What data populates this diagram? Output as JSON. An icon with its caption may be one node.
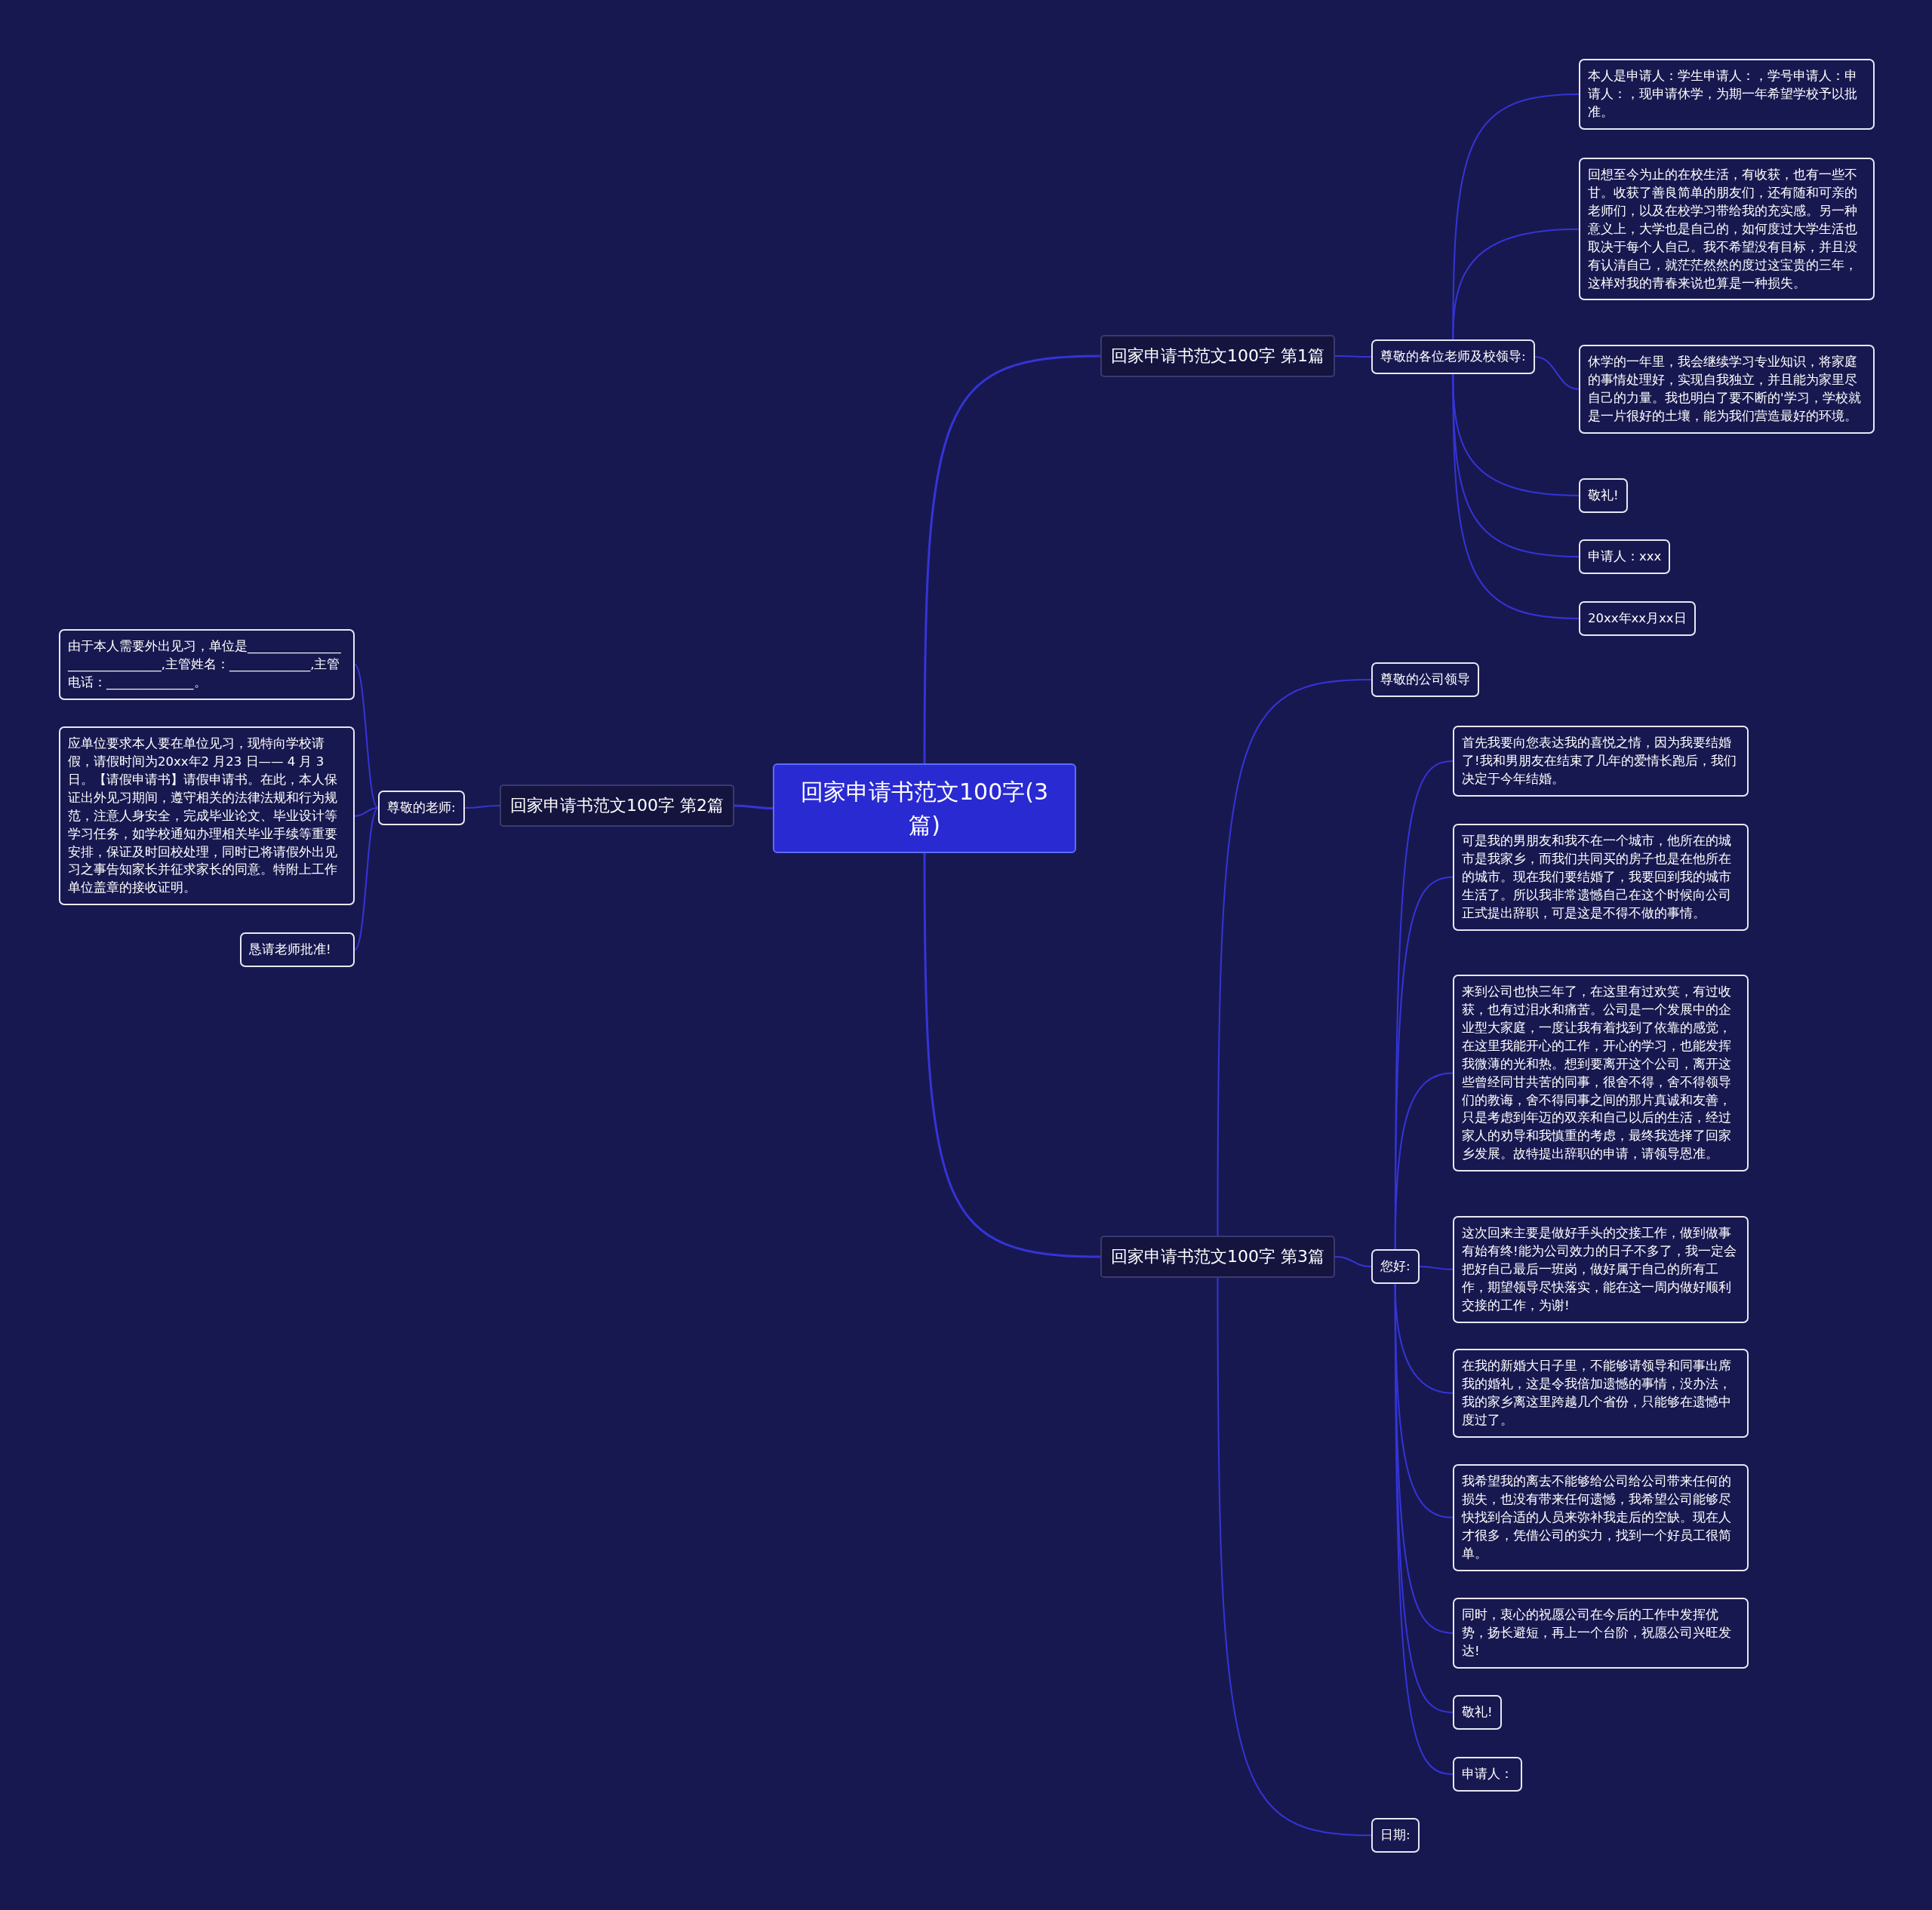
{
  "diagram": {
    "nodes": [
      {
        "text": [
          "回家申请书范文100字(3篇)"
        ]
      },
      {
        "text": [
          "回家申请书范文100字 第1篇"
        ]
      },
      {
        "text": [
          "尊敬的各位老师及校领导:"
        ]
      },
      {
        "text": [
          "本人是申请人：学生申请人：，学号申请人：申请人：，现申请休学，为期一年希望学校予以批准。"
        ]
      },
      {
        "text": [
          "回想至今为止的在校生活，有收获，也有一些不甘。收获了善良简单的朋友们，还有随和可亲的老师们，以及在校学习带给我的充实感。另一种意义上，大学也是自己的，如何度过大学生活也取决于每个人自己。我不希望没有目标，并且没有认清自己，就茫茫然然的度过这宝贵的三年，这样对我的青春来说也算是一种损失。"
        ]
      },
      {
        "text": [
          "休学的一年里，我会继续学习专业知识，将家庭的事情处理好，实现自我独立，并且能为家里尽自己的力量。我也明白了要不断的'学习，学校就是一片很好的土壤，能为我们营造最好的环境。"
        ]
      },
      {
        "text": [
          "敬礼!"
        ]
      },
      {
        "text": [
          "申请人：xxx"
        ]
      },
      {
        "text": [
          "20xx年xx月xx日"
        ]
      },
      {
        "text": [
          "回家申请书范文100字 第2篇"
        ]
      },
      {
        "text": [
          "尊敬的老师:"
        ]
      },
      {
        "text": [
          "由于本人需要外出见习，单位是______________________________,主管姓名：_____________,主管电话：______________。"
        ]
      },
      {
        "text": [
          "应单位要求本人要在单位见习，现特向学校请假，请假时间为20xx年2 月23 日—— 4 月 3 日。【请假申请书】请假申请书。在此，本人保证出外见习期间，遵守相关的法律法规和行为规范，注意人身安全，完成毕业论文、毕业设计等学习任务，如学校通知办理相关毕业手续等重要安排，保证及时回校处理，同时已将请假外出见习之事告知家长并征求家长的同意。特附上工作单位盖章的接收证明。"
        ]
      },
      {
        "text": [
          "恳请老师批准!"
        ]
      },
      {
        "text": [
          "回家申请书范文100字 第3篇"
        ]
      },
      {
        "text": [
          "尊敬的公司领导"
        ]
      },
      {
        "text": [
          "您好:"
        ]
      },
      {
        "text": [
          "首先我要向您表达我的喜悦之情，因为我要结婚了!我和男朋友在结束了几年的爱情长跑后，我们决定于今年结婚。"
        ]
      },
      {
        "text": [
          "可是我的男朋友和我不在一个城市，他所在的城市是我家乡，而我们共同买的房子也是在他所在的城市。现在我们要结婚了，我要回到我的城市生活了。所以我非常遗憾自己在这个时候向公司正式提出辞职，可是这是不得不做的事情。"
        ]
      },
      {
        "text": [
          "来到公司也快三年了，在这里有过欢笑，有过收获，也有过泪水和痛苦。公司是一个发展中的企业型大家庭，一度让我有着找到了依靠的感觉，在这里我能开心的工作，开心的学习，也能发挥我微薄的光和热。想到要离开这个公司，离开这些曾经同甘共苦的同事，很舍不得，舍不得领导们的教诲，舍不得同事之间的那片真诚和友善，只是考虑到年迈的双亲和自己以后的生活，经过家人的劝导和我慎重的考虑，最终我选择了回家乡发展。故特提出辞职的申请，请领导恩准。"
        ]
      },
      {
        "text": [
          "这次回来主要是做好手头的交接工作，做到做事有始有终!能为公司效力的日子不多了，我一定会把好自己最后一班岗，做好属于自己的所有工作，期望领导尽快落实，能在这一周内做好顺利交接的工作，为谢!"
        ]
      },
      {
        "text": [
          "在我的新婚大日子里，不能够请领导和同事出席我的婚礼，这是令我倍加遗憾的事情，没办法，我的家乡离这里跨越几个省份，只能够在遗憾中度过了。"
        ]
      },
      {
        "text": [
          "我希望我的离去不能够给公司给公司带来任何的损失，也没有带来任何遗憾，我希望公司能够尽快找到合适的人员来弥补我走后的空缺。现在人才很多，凭借公司的实力，找到一个好员工很简单。"
        ]
      },
      {
        "text": [
          "同时，衷心的祝愿公司在今后的工作中发挥优势，扬长避短，再上一个台阶，祝愿公司兴旺发达!"
        ]
      },
      {
        "text": [
          "敬礼!"
        ]
      },
      {
        "text": [
          "申请人："
        ]
      },
      {
        "text": [
          "日期:"
        ]
      }
    ],
    "edges": [
      {
        "from": 0,
        "to": 1,
        "arrow": "none"
      },
      {
        "from": 1,
        "to": 2,
        "arrow": "none"
      },
      {
        "from": 2,
        "to": 3,
        "arrow": "none"
      },
      {
        "from": 2,
        "to": 4,
        "arrow": "none"
      },
      {
        "from": 2,
        "to": 5,
        "arrow": "none"
      },
      {
        "from": 2,
        "to": 6,
        "arrow": "none"
      },
      {
        "from": 2,
        "to": 7,
        "arrow": "none"
      },
      {
        "from": 2,
        "to": 8,
        "arrow": "none"
      },
      {
        "from": 0,
        "to": 9,
        "arrow": "none"
      },
      {
        "from": 9,
        "to": 10,
        "arrow": "none"
      },
      {
        "from": 10,
        "to": 11,
        "arrow": "none"
      },
      {
        "from": 10,
        "to": 12,
        "arrow": "none"
      },
      {
        "from": 10,
        "to": 13,
        "arrow": "none"
      },
      {
        "from": 0,
        "to": 14,
        "arrow": "none"
      },
      {
        "from": 14,
        "to": 15,
        "arrow": "none"
      },
      {
        "from": 14,
        "to": 16,
        "arrow": "none"
      },
      {
        "from": 14,
        "to": 26,
        "arrow": "none"
      },
      {
        "from": 16,
        "to": 17,
        "arrow": "none"
      },
      {
        "from": 16,
        "to": 18,
        "arrow": "none"
      },
      {
        "from": 16,
        "to": 19,
        "arrow": "none"
      },
      {
        "from": 16,
        "to": 20,
        "arrow": "none"
      },
      {
        "from": 16,
        "to": 21,
        "arrow": "none"
      },
      {
        "from": 16,
        "to": 22,
        "arrow": "none"
      },
      {
        "from": 16,
        "to": 23,
        "arrow": "none"
      },
      {
        "from": 16,
        "to": 24,
        "arrow": "none"
      },
      {
        "from": 16,
        "to": 25,
        "arrow": "none"
      }
    ]
  }
}
